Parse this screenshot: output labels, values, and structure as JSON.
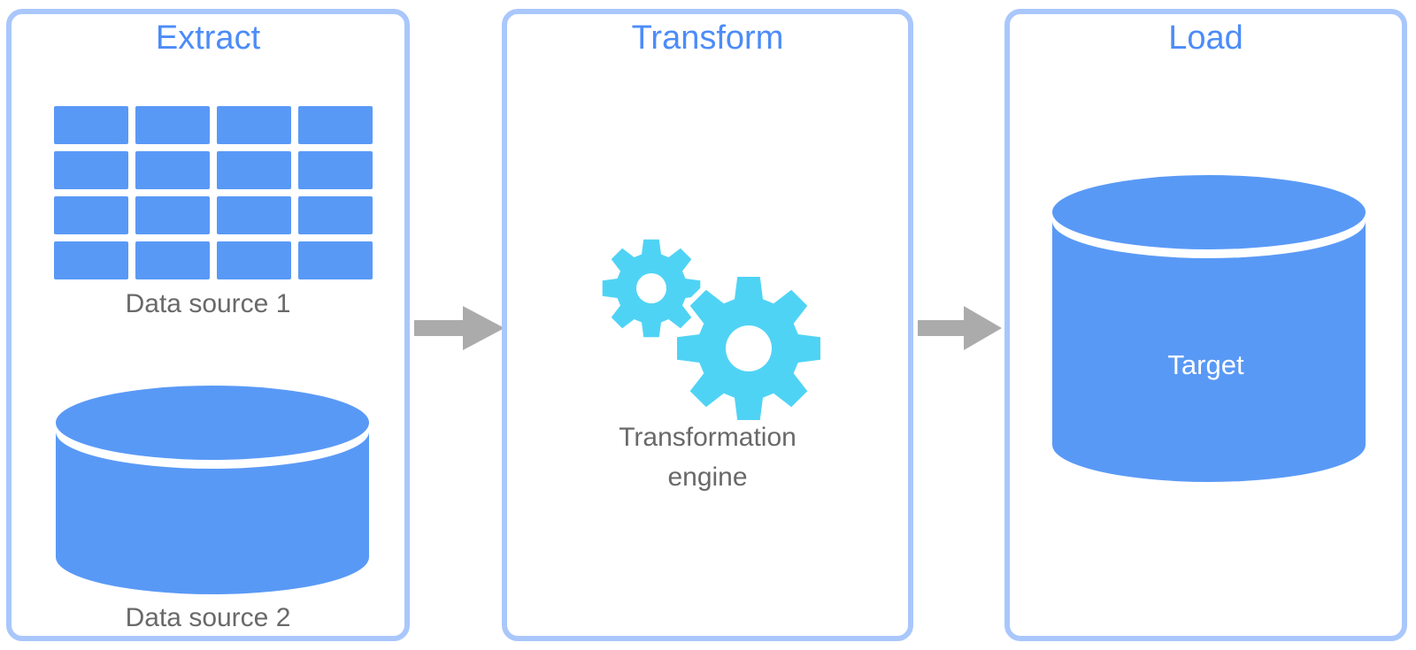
{
  "colors": {
    "accent-blue": "#4C8CF8",
    "shape-blue": "#5999F6",
    "panel-border": "#A9C7FB",
    "gear-cyan": "#4FD3F5",
    "label-gray": "#696969",
    "arrow-gray": "#ABABAB",
    "target-text": "#FFFFFF",
    "background": "#FFFFFF"
  },
  "panels": {
    "extract": {
      "title": "Extract",
      "source1_label": "Data source 1",
      "source2_label": "Data source 2"
    },
    "transform": {
      "title": "Transform",
      "engine_label_line1": "Transformation",
      "engine_label_line2": "engine"
    },
    "load": {
      "title": "Load",
      "target_label": "Target"
    }
  },
  "icons": {
    "extract_table": "table-icon",
    "extract_database": "database-icon",
    "transform_gears": "gears-icon",
    "load_database": "database-icon",
    "flow_arrow_1": "arrow-right-icon",
    "flow_arrow_2": "arrow-right-icon"
  }
}
